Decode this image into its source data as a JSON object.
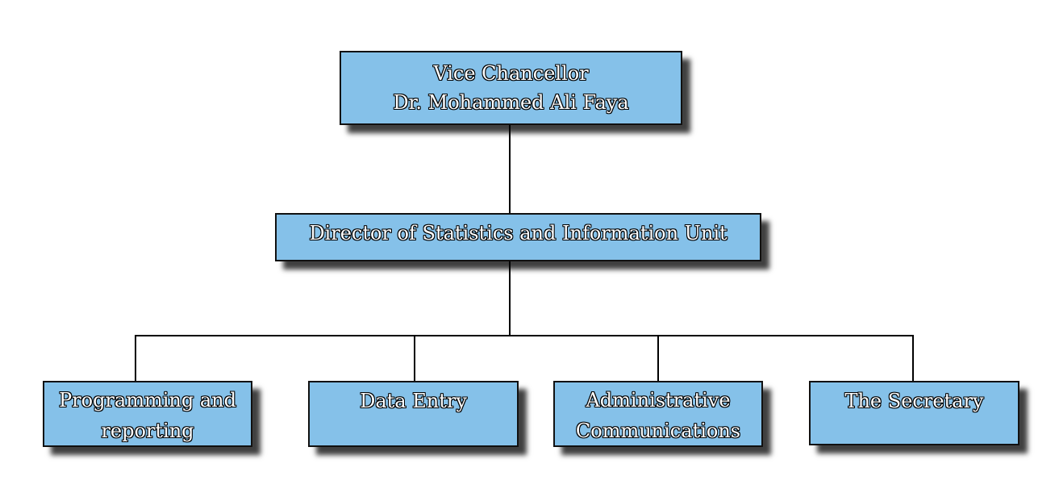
{
  "chart": {
    "top": {
      "title": "Vice Chancellor",
      "name": "Dr. Mohammed Ali Faya"
    },
    "director": {
      "title": "Director of Statistics and Information Unit"
    },
    "units": [
      {
        "line1": "Programming and",
        "line2": "reporting"
      },
      {
        "line1": "Data Entry",
        "line2": ""
      },
      {
        "line1": "Administrative",
        "line2": "Communications"
      },
      {
        "line1": "The Secretary",
        "line2": ""
      }
    ],
    "colors": {
      "box_fill": "#85c1e9",
      "line": "#000000"
    }
  }
}
